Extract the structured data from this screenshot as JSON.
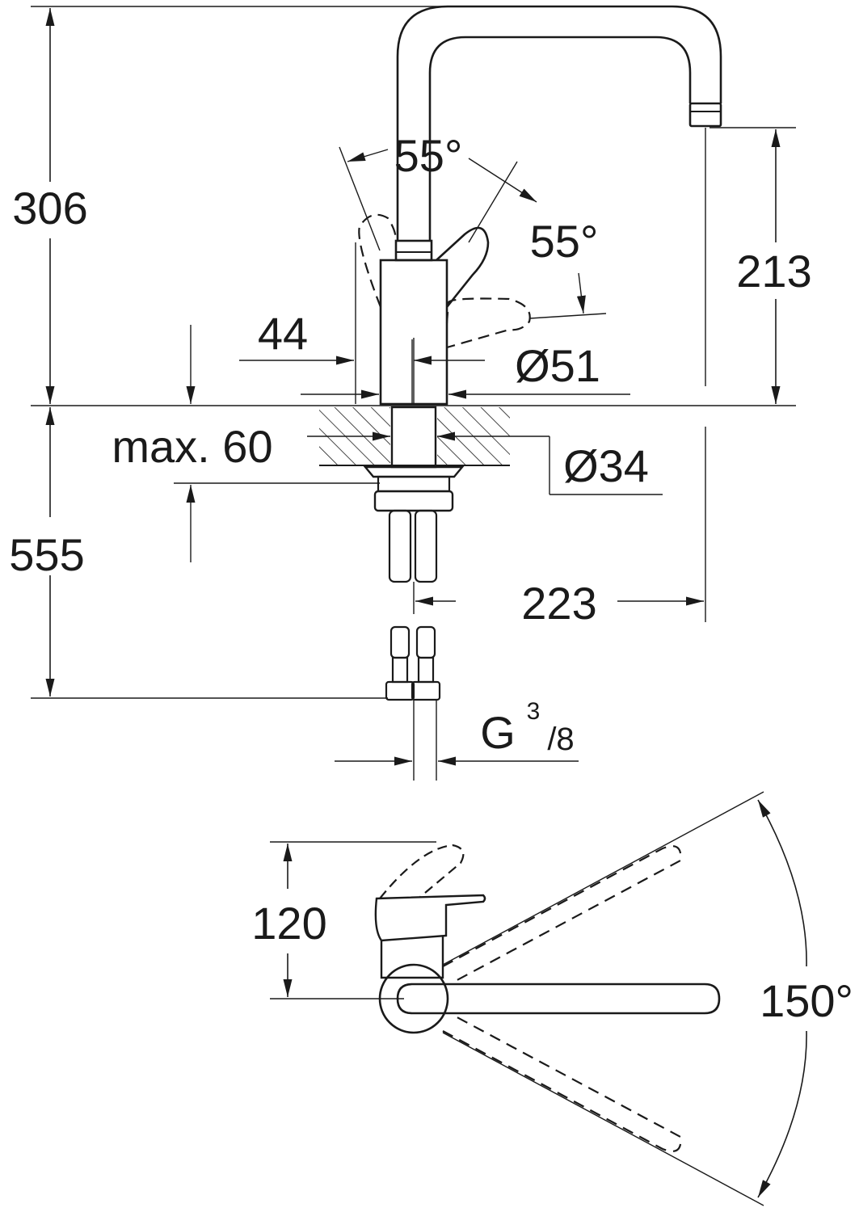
{
  "drawing": {
    "line_color": "#1a1a1a",
    "background": "#ffffff",
    "labels": {
      "overall_height": "306",
      "spout_outlet_height": "213",
      "lever_angle_left": "55°",
      "lever_angle_right": "55°",
      "body_width": "44",
      "body_diameter": "Ø51",
      "max_deck_thickness": "max. 60",
      "shank_diameter": "Ø34",
      "hose_length": "555",
      "spout_reach": "223",
      "connection_thread_main": "G",
      "connection_thread_numerator": "3",
      "connection_thread_denominator": "/8",
      "lever_height": "120",
      "swivel_angle": "150°"
    }
  }
}
